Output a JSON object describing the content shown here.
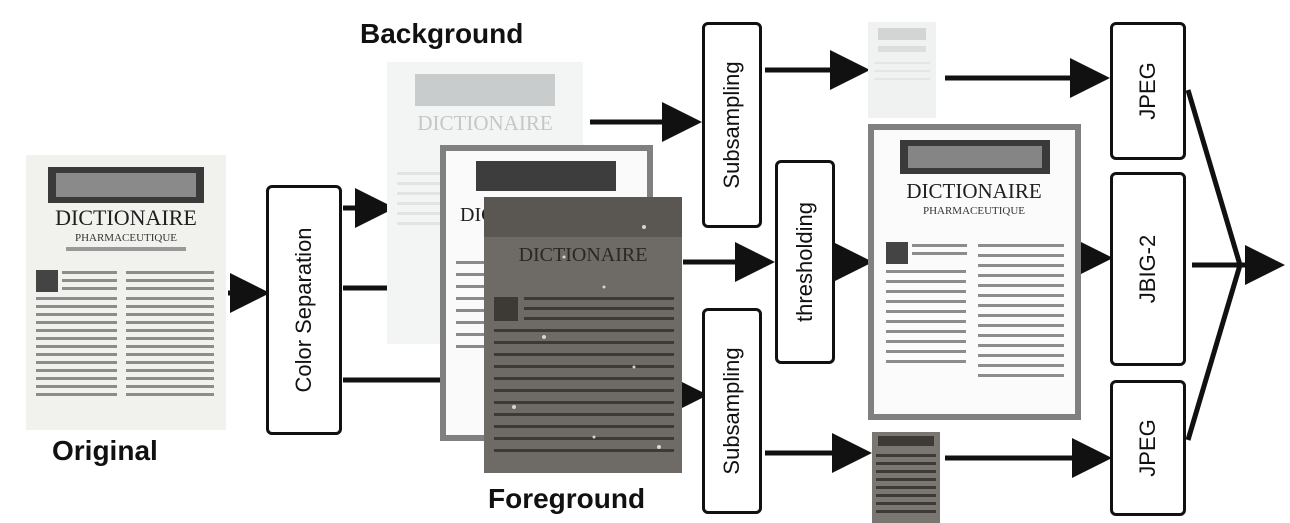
{
  "labels": {
    "original": "Original",
    "background": "Background",
    "foreground": "Foreground"
  },
  "boxes": {
    "color_separation": "Color Separation",
    "subsampling_top": "Subsampling",
    "subsampling_bottom": "Subsampling",
    "thresholding": "thresholding",
    "jpeg_top": "JPEG",
    "jbig2": "JBIG-2",
    "jpeg_bottom": "JPEG"
  },
  "document": {
    "title": "DICTIONAIRE",
    "subtitle": "PHARMACEUTIQUE"
  },
  "colors": {
    "ink": "#111111",
    "mask_frame": "#808080",
    "foreground_fill": "#6e6a66"
  }
}
